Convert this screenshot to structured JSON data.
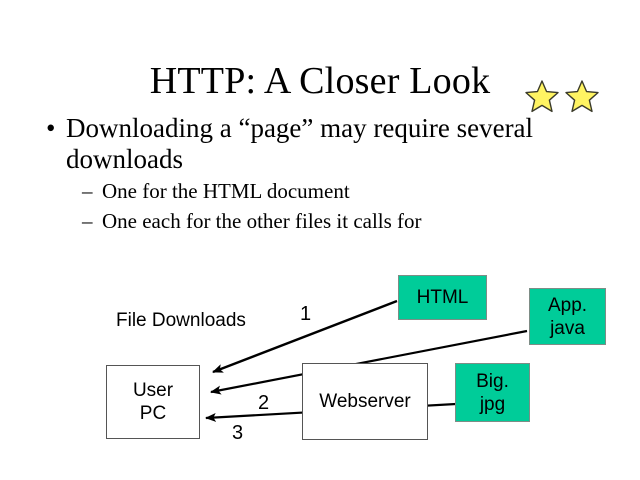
{
  "slide": {
    "background_color": "#ffffff",
    "title": "HTTP: A Closer Look",
    "decoration_icon": "star-icon",
    "star_count": 2,
    "star_color": "#FFF462",
    "star_outline_color": "#3b3b2a"
  },
  "body": {
    "bullet_glyph": "•",
    "dash_glyph": "–",
    "level1": [
      "Downloading a “page” may require several downloads"
    ],
    "level2": [
      "One for the HTML document",
      "One each for the other files it calls for"
    ]
  },
  "diagram": {
    "caption": "File Downloads",
    "accent_color": "#00CC99",
    "boxes": [
      {
        "name": "user-pc",
        "lines": [
          "User",
          "PC"
        ],
        "style": "plain"
      },
      {
        "name": "webserver",
        "lines": [
          "Webserver"
        ],
        "style": "plain"
      },
      {
        "name": "html",
        "lines": [
          "HTML"
        ],
        "style": "teal"
      },
      {
        "name": "app-java",
        "lines": [
          "App.",
          "java"
        ],
        "style": "teal"
      },
      {
        "name": "big-jpg",
        "lines": [
          "Big.",
          "jpg"
        ],
        "style": "teal"
      }
    ],
    "arrow_labels": [
      "1",
      "2",
      "3"
    ],
    "arrows": [
      {
        "label": "1",
        "from": "html",
        "to": "user-pc"
      },
      {
        "label": "2",
        "from": "app-java",
        "to": "user-pc"
      },
      {
        "label": "3",
        "from": "big-jpg",
        "to": "user-pc"
      }
    ]
  }
}
